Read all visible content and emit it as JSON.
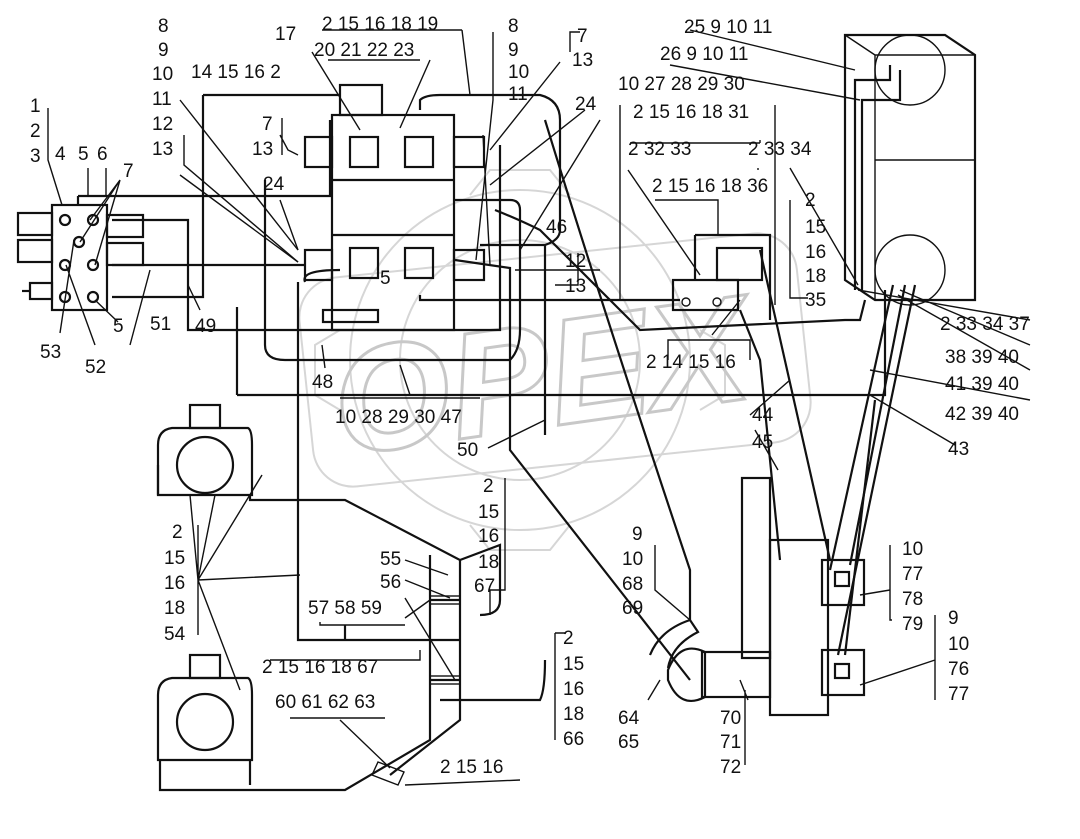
{
  "watermark": "OPEX",
  "callouts": [
    {
      "id": "c1",
      "text": "1"
    },
    {
      "id": "c2",
      "text": "2"
    },
    {
      "id": "c3",
      "text": "3"
    },
    {
      "id": "c4",
      "text": "4"
    },
    {
      "id": "c5",
      "text": "5"
    },
    {
      "id": "c6",
      "text": "6"
    },
    {
      "id": "c7",
      "text": "7"
    },
    {
      "id": "c5b",
      "text": "5"
    },
    {
      "id": "c51",
      "text": "51"
    },
    {
      "id": "c53",
      "text": "53"
    },
    {
      "id": "c52",
      "text": "52"
    },
    {
      "id": "c49",
      "text": "49"
    },
    {
      "id": "c8a",
      "text": "8"
    },
    {
      "id": "c9a",
      "text": "9"
    },
    {
      "id": "c10a",
      "text": "10"
    },
    {
      "id": "c11a",
      "text": "11"
    },
    {
      "id": "c12a",
      "text": "12"
    },
    {
      "id": "c13a",
      "text": "13"
    },
    {
      "id": "g1415162",
      "text": "14 15 16 2"
    },
    {
      "id": "c17",
      "text": "17"
    },
    {
      "id": "g2151618",
      "text": "2 15 16 18 19"
    },
    {
      "id": "g20212223",
      "text": "20 21 22 23"
    },
    {
      "id": "c8b",
      "text": "8"
    },
    {
      "id": "c9b",
      "text": "9"
    },
    {
      "id": "c10b",
      "text": "10"
    },
    {
      "id": "c11b",
      "text": "11"
    },
    {
      "id": "c7b",
      "text": "7"
    },
    {
      "id": "c13b",
      "text": "13"
    },
    {
      "id": "c7c",
      "text": "7"
    },
    {
      "id": "c13c",
      "text": "13"
    },
    {
      "id": "c24a",
      "text": "24"
    },
    {
      "id": "c24b",
      "text": "24"
    },
    {
      "id": "c46",
      "text": "46"
    },
    {
      "id": "c5c",
      "text": "5"
    },
    {
      "id": "c12b",
      "text": "12"
    },
    {
      "id": "c13d",
      "text": "13"
    },
    {
      "id": "g1027",
      "text": "10 27 28 29 30"
    },
    {
      "id": "g215161831",
      "text": "2 15 16 18 31"
    },
    {
      "id": "g23233",
      "text": "2 32 33"
    },
    {
      "id": "g23334",
      "text": "2 33 34"
    },
    {
      "id": "g215161836",
      "text": "2 15 16 18 36"
    },
    {
      "id": "g25",
      "text": "25 9 10 11"
    },
    {
      "id": "g26",
      "text": "26 9 10 11"
    },
    {
      "id": "v2a",
      "text": "2"
    },
    {
      "id": "v15a",
      "text": "15"
    },
    {
      "id": "v16a",
      "text": "16"
    },
    {
      "id": "v18a",
      "text": "18"
    },
    {
      "id": "v35",
      "text": "35"
    },
    {
      "id": "g2333437",
      "text": "2 33 34 37"
    },
    {
      "id": "g383940",
      "text": "38 39 40"
    },
    {
      "id": "g413940",
      "text": "41 39 40"
    },
    {
      "id": "g423940",
      "text": "42 39 40"
    },
    {
      "id": "c43",
      "text": "43"
    },
    {
      "id": "g2141516",
      "text": "2 14 15 16"
    },
    {
      "id": "c44",
      "text": "44"
    },
    {
      "id": "c45",
      "text": "45"
    },
    {
      "id": "c48",
      "text": "48"
    },
    {
      "id": "g1028",
      "text": "10 28 29 30 47"
    },
    {
      "id": "c50",
      "text": "50"
    },
    {
      "id": "v2b",
      "text": "2"
    },
    {
      "id": "v15b",
      "text": "15"
    },
    {
      "id": "v16b",
      "text": "16"
    },
    {
      "id": "v18b",
      "text": "18"
    },
    {
      "id": "v67",
      "text": "67"
    },
    {
      "id": "c55",
      "text": "55"
    },
    {
      "id": "c56",
      "text": "56"
    },
    {
      "id": "g575859",
      "text": "57 58 59"
    },
    {
      "id": "v2c",
      "text": "2"
    },
    {
      "id": "v15c",
      "text": "15"
    },
    {
      "id": "v16c",
      "text": "16"
    },
    {
      "id": "v18c",
      "text": "18"
    },
    {
      "id": "v54",
      "text": "54"
    },
    {
      "id": "g215161867",
      "text": "2 15 16 18 67"
    },
    {
      "id": "g60616263",
      "text": "60 61 62 63"
    },
    {
      "id": "g21516",
      "text": "2 15 16"
    },
    {
      "id": "v2d",
      "text": "2"
    },
    {
      "id": "v15d",
      "text": "15"
    },
    {
      "id": "v16d",
      "text": "16"
    },
    {
      "id": "v18d",
      "text": "18"
    },
    {
      "id": "v66",
      "text": "66"
    },
    {
      "id": "v9a",
      "text": "9"
    },
    {
      "id": "v10c",
      "text": "10"
    },
    {
      "id": "v68",
      "text": "68"
    },
    {
      "id": "v69",
      "text": "69"
    },
    {
      "id": "c64",
      "text": "64"
    },
    {
      "id": "c65",
      "text": "65"
    },
    {
      "id": "c70",
      "text": "70"
    },
    {
      "id": "c71",
      "text": "71"
    },
    {
      "id": "c72",
      "text": "72"
    },
    {
      "id": "v10d",
      "text": "10"
    },
    {
      "id": "v77a",
      "text": "77"
    },
    {
      "id": "v78",
      "text": "78"
    },
    {
      "id": "v79",
      "text": "79"
    },
    {
      "id": "v9b",
      "text": "9"
    },
    {
      "id": "v10e",
      "text": "10"
    },
    {
      "id": "v76",
      "text": "76"
    },
    {
      "id": "v77b",
      "text": "77"
    }
  ]
}
